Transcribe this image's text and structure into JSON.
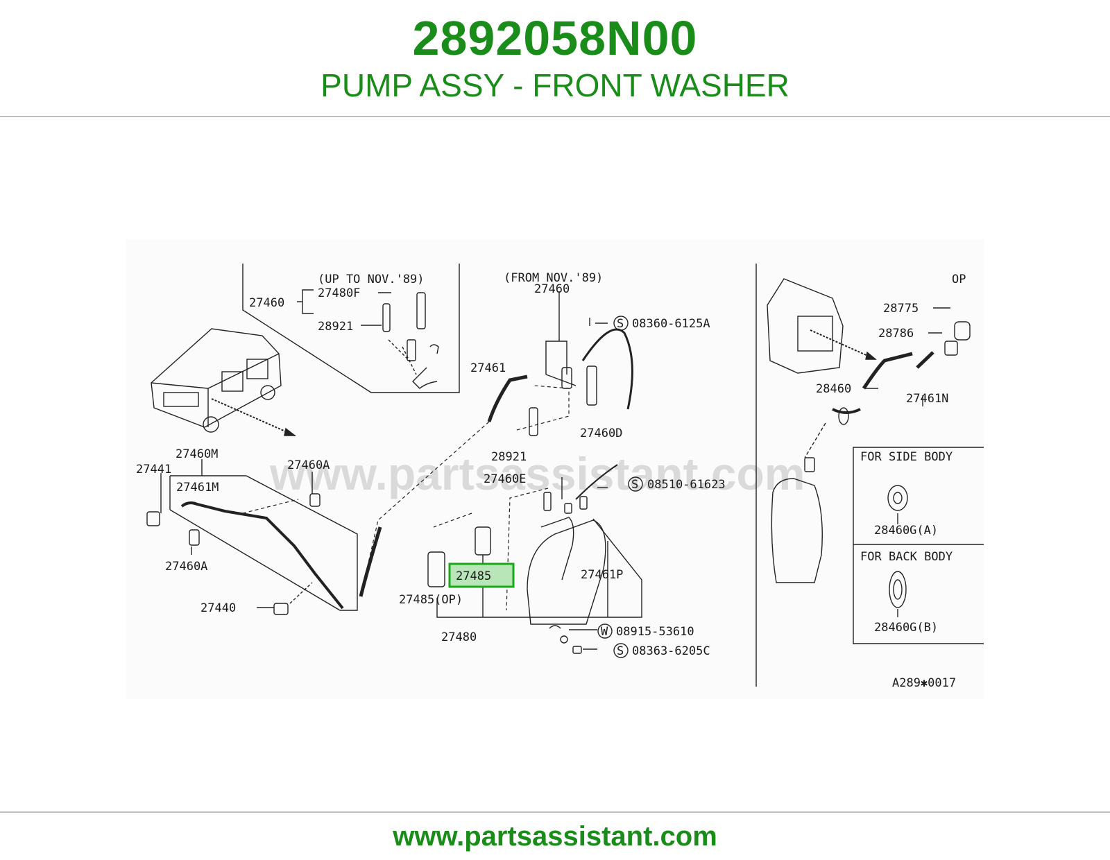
{
  "header": {
    "part_number": "2892058N00",
    "part_name": "PUMP ASSY - FRONT WASHER"
  },
  "footer": {
    "url": "www.partsassistant.com"
  },
  "diagram": {
    "watermark": "www.partsassistant.com",
    "notes": {
      "up_to": "(UP TO NOV.'89)",
      "from": "(FROM NOV.'89)",
      "op": "OP",
      "for_side_body": "FOR SIDE BODY",
      "for_back_body": "FOR BACK BODY",
      "figure_code": "A289✱0017"
    },
    "labels": {
      "p27460_inset": "27460",
      "p27480F": "27480F",
      "p28921_inset": "28921",
      "p27460_from": "27460",
      "s08360": "08360-6125A",
      "p27461": "27461",
      "p28921": "28921",
      "p27460D": "27460D",
      "p27460E": "27460E",
      "s08510": "08510-61623",
      "p27460M": "27460M",
      "p27441": "27441",
      "p27460A_a": "27460A",
      "p27461M": "27461M",
      "p27460A_b": "27460A",
      "p27440": "27440",
      "p27485": "27485",
      "p27485op": "27485(OP)",
      "p27480": "27480",
      "p27461P": "27461P",
      "w08915": "08915-53610",
      "s08363": "08363-6205C",
      "p28775": "28775",
      "p28786": "28786",
      "p28460": "28460",
      "p27461N": "27461N",
      "p28460GA": "28460G(A)",
      "p28460GB": "28460G(B)"
    },
    "circle_markers": {
      "s": "S",
      "w": "W"
    },
    "highlight_color": "#1aa81a",
    "highlight_fill": "#b8e6b8"
  }
}
